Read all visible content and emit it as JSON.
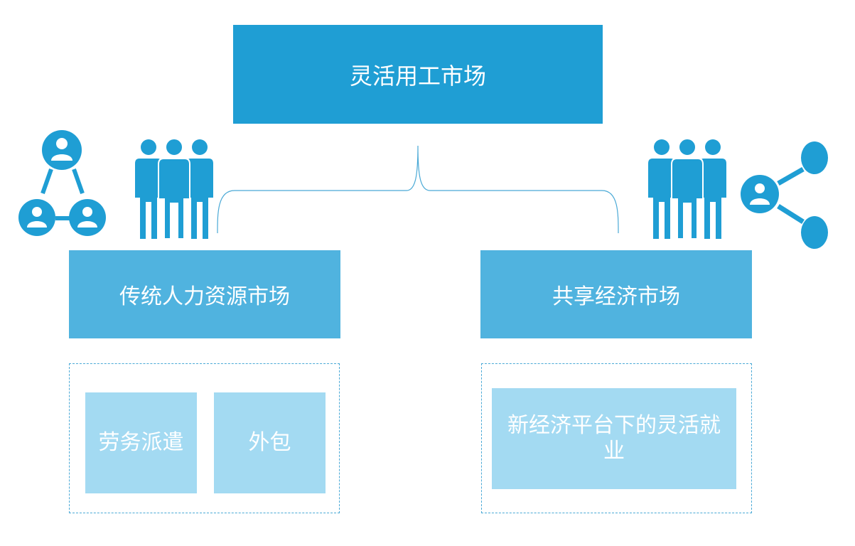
{
  "diagram": {
    "root": {
      "label": "灵活用工市场"
    },
    "branches": [
      {
        "label": "传统人力资源市场",
        "children": [
          "劳务派遣",
          "外包"
        ]
      },
      {
        "label": "共享经济市场",
        "children": [
          "新经济平台下的灵活就业"
        ]
      }
    ]
  },
  "colors": {
    "root_fill": "#1f9ed4",
    "branch_fill": "#50b3df",
    "leaf_fill": "#a3daf2",
    "icon_fill": "#1f9ed4",
    "text": "#ffffff",
    "connector": "#4aa9d6"
  },
  "icons": [
    "network-triangle-icon",
    "people-group-icon",
    "people-group-icon",
    "share-network-icon"
  ]
}
